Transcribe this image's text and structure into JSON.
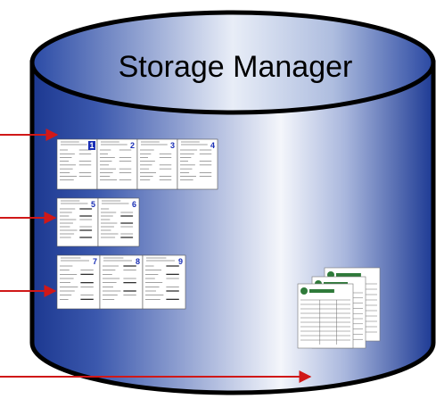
{
  "title": "Storage Manager",
  "colors": {
    "cylinder_dark": "#1f3b95",
    "cylinder_light": "#ffffff",
    "outline": "#000000",
    "arrow": "#d01818",
    "page_number": "#1a2fb5",
    "form_green": "#2f7a3a"
  },
  "rows": [
    {
      "pages": [
        "1",
        "2",
        "3",
        "4"
      ]
    },
    {
      "pages": [
        "5",
        "6"
      ]
    },
    {
      "pages": [
        "7",
        "8",
        "9"
      ]
    }
  ],
  "arrow_count": 4
}
